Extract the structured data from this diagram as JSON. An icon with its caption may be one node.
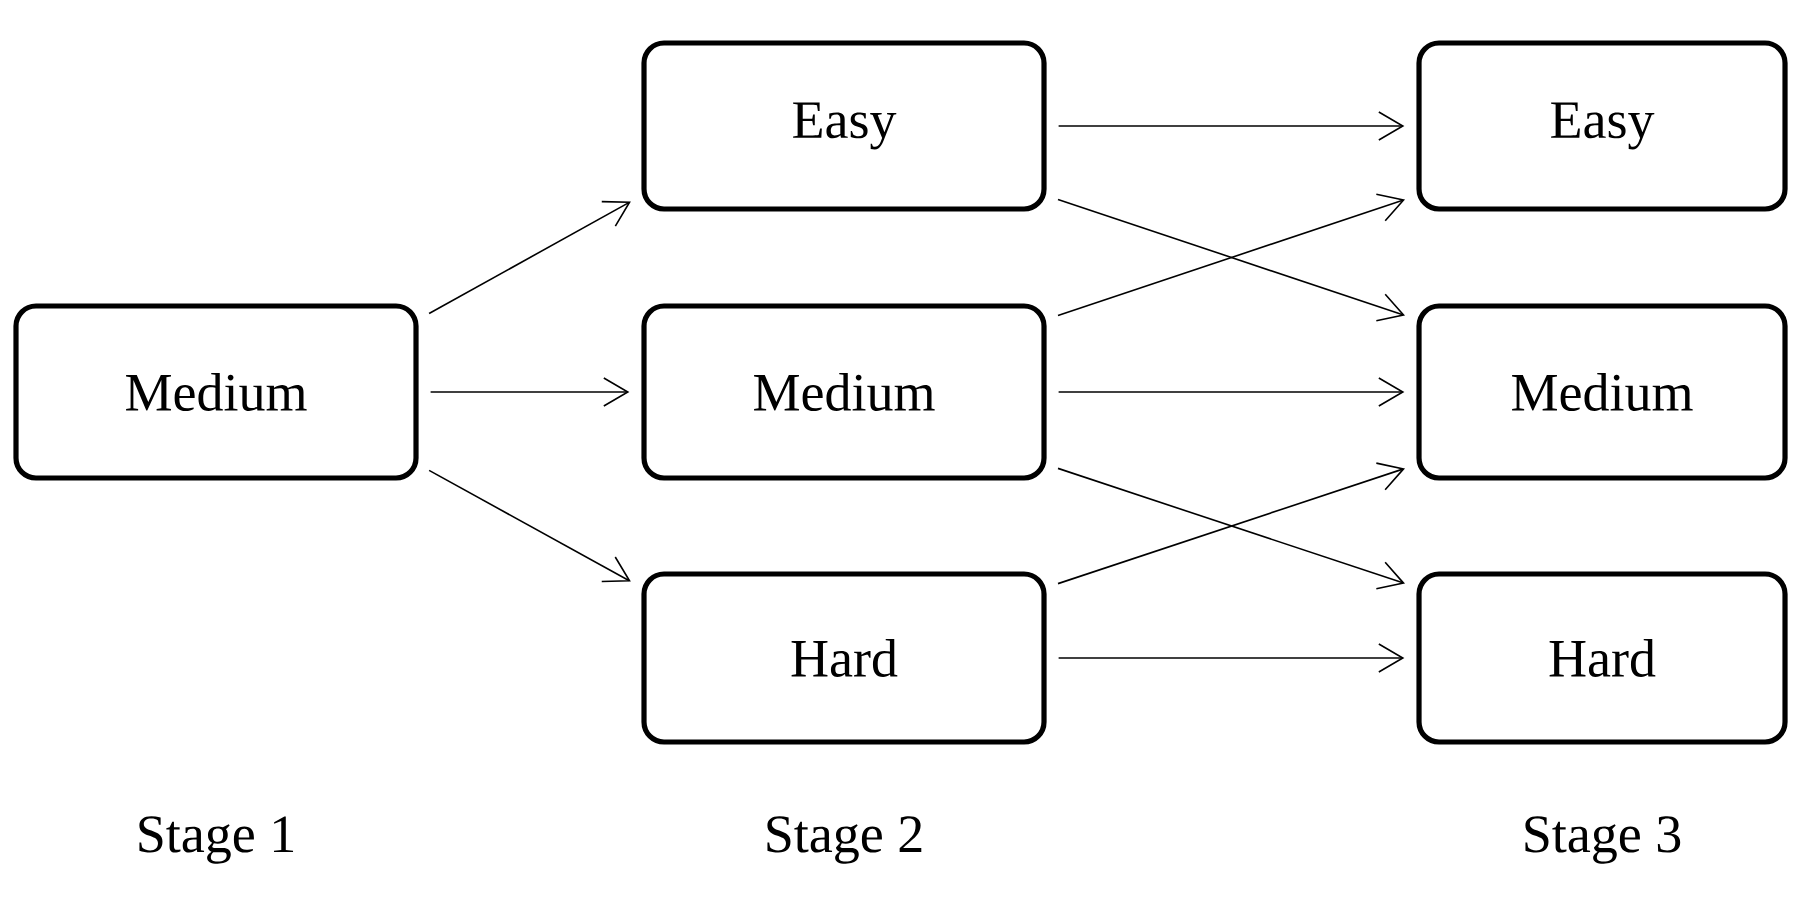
{
  "diagram": {
    "nodes": [
      {
        "text": [
          "Medium"
        ]
      },
      {
        "text": [
          "Easy"
        ]
      },
      {
        "text": [
          "Medium"
        ]
      },
      {
        "text": [
          "Hard"
        ]
      },
      {
        "text": [
          "Easy"
        ]
      },
      {
        "text": [
          "Medium"
        ]
      },
      {
        "text": [
          "Hard"
        ]
      }
    ],
    "edges": [
      {
        "from": 0,
        "to": 1,
        "arrow": "to"
      },
      {
        "from": 0,
        "to": 2,
        "arrow": "to"
      },
      {
        "from": 0,
        "to": 3,
        "arrow": "to"
      },
      {
        "from": 1,
        "to": 4,
        "arrow": "to"
      },
      {
        "from": 1,
        "to": 5,
        "arrow": "to"
      },
      {
        "from": 2,
        "to": 4,
        "arrow": "to"
      },
      {
        "from": 2,
        "to": 5,
        "arrow": "to"
      },
      {
        "from": 2,
        "to": 6,
        "arrow": "to"
      },
      {
        "from": 3,
        "to": 5,
        "arrow": "to"
      },
      {
        "from": 3,
        "to": 6,
        "arrow": "to"
      }
    ],
    "labels": [
      "Stage 1",
      "Stage 2",
      "Stage 3"
    ]
  }
}
